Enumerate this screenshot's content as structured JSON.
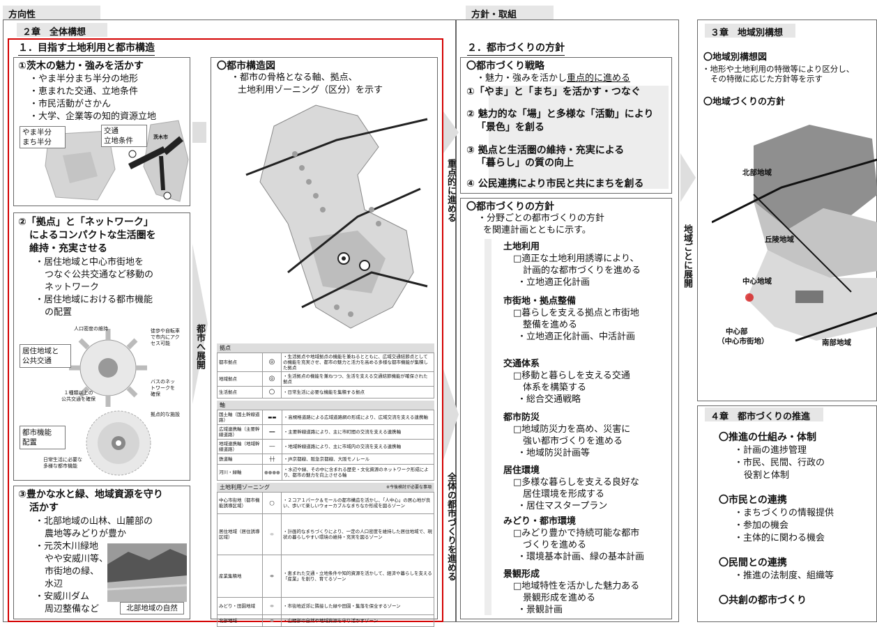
{
  "header": {
    "left_tab": "方向性",
    "middle_tab": "方針・取組"
  },
  "ch2": {
    "title": "２章　全体構想",
    "s1_title": "１．目指す土地利用と都市構造",
    "charm": {
      "title": "①茨木の魅力・強みを活かす",
      "items": [
        "・やま半分まち半分の地形",
        "・恵まれた交通、立地条件",
        "・市民活動がさかん",
        "・大学、企業等の知的資源立地"
      ],
      "map_label1": [
        "やま半分",
        "まち半分"
      ],
      "map_label2": [
        "交通",
        "立地条件"
      ],
      "city_label": "茨木市"
    },
    "hub": {
      "title": [
        "②「拠点」と「ネットワーク」",
        "によるコンパクトな生活圏を",
        "維持・充実させる"
      ],
      "items": [
        "・居住地域と中心市街地を",
        "つなぐ公共交通など移動の",
        "ネットワーク",
        "・居住地域における都市機能",
        "の配置"
      ],
      "diag": {
        "pop": "人口密度の維持",
        "walk": [
          "徒歩や自転車",
          "で市内にアク",
          "セス可能"
        ],
        "residence": [
          "居住地域と",
          "公共交通"
        ],
        "bus": [
          "バスのネッ",
          "トワークを",
          "確保"
        ],
        "transit": [
          "１種類以上の",
          "公共交通を確保"
        ],
        "hub_fac": "拠点的な施設",
        "urban_fn": [
          "都市機能",
          "配置"
        ],
        "daily": [
          "日常生活に必要な",
          "多様な都市機能"
        ]
      }
    },
    "water": {
      "title": [
        "③豊かな水と緑、地域資源を守り",
        "活かす"
      ],
      "items": [
        "・北部地域の山林、山麓部の",
        "農地等みどりが豊か",
        "・元茨木川緑地",
        "やや安威川等、",
        "市街地の緑、",
        "水辺",
        "・安威川ダム",
        "周辺整備など"
      ],
      "photo_caption": "北部地域の自然"
    },
    "arrow_city": "都市へ展開",
    "structure": {
      "title": "〇都市構造図",
      "desc": [
        "・都市の骨格となる軸、拠点、",
        "土地利用ゾーニング（区分）を示す"
      ],
      "legend_hub": "拠点",
      "hubs": [
        {
          "name": "都市拠点",
          "desc": "・生活拠点や地域拠点の機能を兼ねるとともに、広域交通結節点としての機能を充実させ、都市の魅力と活力を高める多様な都市機能が集積した拠点"
        },
        {
          "name": "地域拠点",
          "desc": "・生活拠点の機能を兼ねつつ、生活を支える交通結節機能が確保された拠点"
        },
        {
          "name": "生活拠点",
          "desc": "・日常生活に必要な機能を集積する拠点"
        }
      ],
      "legend_axis": "軸",
      "axes": [
        {
          "name": "国土軸（国土幹線道路）",
          "desc": "・高規格道路による広域道路網の形成により、広域交流を支える連携軸"
        },
        {
          "name": "広域連携軸（主要幹線道路）",
          "desc": "・主要幹線道路により、主に市町間の交流を支える連携軸"
        },
        {
          "name": "地域連携軸（地域幹線道路）",
          "desc": "・地域幹線道路により、主に市域内の交流を支える連携軸"
        },
        {
          "name": "鉄道軸",
          "desc": "・JR京都線、阪急京都線、大阪モノレール"
        },
        {
          "name": "河川・緑軸",
          "desc": "・水辺や緑、その中に含まれる歴史・文化資源のネットワーク形成により、都市の魅力を向上させる軸"
        }
      ],
      "legend_zone": "土地利用ゾーニング",
      "legend_zone_note": "※今後検討が必要な事項",
      "zones": [
        {
          "name": "中心市街地（都市機能誘導区域）",
          "desc": "・２コア１パーク＆モールの都市構造を活かし、「人中心」の居心地が良い、歩いて楽しいウォーカブルなまちなか形成を図るゾーン"
        },
        {
          "name": "居住地域（居住誘導区域）",
          "desc": "・計画的なまちづくりにより、一定の人口密度を維持した居住地域で、現状の暮らしやすい環境の維持・充実を図るゾーン"
        },
        {
          "name": "産業集積地",
          "desc": "・恵まれた交通・立地条件や知的資源を活かして、経済や暮らしを支える「産業」を創り、育てるゾーン"
        },
        {
          "name": "みどり・田園地域",
          "desc": "・市街地近郊に隣接した緑や田園・集落を保全するゾーン"
        },
        {
          "name": "北部地域",
          "desc": "・山間部の自然や地域資源を守り活かすゾーン"
        }
      ]
    }
  },
  "mid": {
    "s2_title": "２．都市づくりの方針",
    "strategy": {
      "title": "〇都市づくり戦略",
      "sub_a": "・魅力・強みを活かし",
      "sub_b": "重点的に進める",
      "items": [
        "①「やま」と「まち」を活かす・つなぐ",
        "② 魅力的な「場」と多様な「活動」により",
        "「景色」を創る",
        "③ 拠点と生活圏の維持・充実による",
        "「暮らし」の質の向上",
        "④ 公民連携により市民と共にまちを創る"
      ]
    },
    "arrow_focus": "重点的に進める",
    "arrow_all": "全体の都市づくりを進める",
    "policy": {
      "title": "〇都市づくりの方針",
      "desc": [
        "・分野ごとの都市づくりの方針",
        "を関連計画とともに示す。"
      ],
      "groups": [
        {
          "head": "土地利用",
          "lines": [
            "□適正な土地利用誘導により、",
            "計画的な都市づくりを進める",
            "・立地適正化計画"
          ]
        },
        {
          "head": "市街地・拠点整備",
          "lines": [
            "□暮らしを支える拠点と市街地",
            "整備を進める",
            "・立地適正化計画、中活計画"
          ]
        },
        {
          "head": "交通体系",
          "lines": [
            "□移動と暮らしを支える交通",
            "体系を構築する",
            "・総合交通戦略"
          ]
        },
        {
          "head": "都市防災",
          "lines": [
            "□地域防災力を高め、災害に",
            "強い都市づくりを進める",
            "・地域防災計画等"
          ]
        },
        {
          "head": "居住環境",
          "lines": [
            "□多様な暮らしを支える良好な",
            "居住環境を形成する",
            "・居住マスタープラン"
          ]
        },
        {
          "head": "みどり・都市環境",
          "lines": [
            "□みどり豊かで持続可能な都市",
            "づくりを進める",
            "・環境基本計画、緑の基本計画"
          ]
        },
        {
          "head": "景観形成",
          "lines": [
            "□地域特性を活かした魅力ある",
            "景観形成を進める",
            "・景観計画"
          ]
        }
      ]
    }
  },
  "right": {
    "arrow_region": "地域ごとに展開",
    "ch3": {
      "title": "３章　地域別構想",
      "map_title": "〇地域別構想図",
      "map_desc": [
        "・地形や土地利用の特徴等により区分し、",
        "その特徴に応じた方針等を示す"
      ],
      "region_title": "〇地域づくりの方針",
      "labels": {
        "north": "北部地域",
        "hill": "丘陵地域",
        "center": "中心地域",
        "core1": "中心部",
        "core2": "（中心市街地）",
        "south": "南部地域"
      }
    },
    "ch4": {
      "title": "４章　都市づくりの推進",
      "sections": [
        {
          "head": "〇推進の仕組み・体制",
          "lines": [
            "・計画の進捗管理",
            "・市民、民間、行政の",
            "役割と体制"
          ]
        },
        {
          "head": "〇市民との連携",
          "lines": [
            "・まちづくりの情報提供",
            "・参加の機会",
            "・主体的に関わる機会"
          ]
        },
        {
          "head": "〇民間との連携",
          "lines": [
            "・推進の法制度、組織等"
          ]
        },
        {
          "head": "〇共創の都市づくり",
          "lines": []
        }
      ]
    }
  },
  "colors": {
    "red_frame": "#d40000",
    "gray_tab": "#e6e6e6",
    "arrow": "#d9d9d9"
  }
}
